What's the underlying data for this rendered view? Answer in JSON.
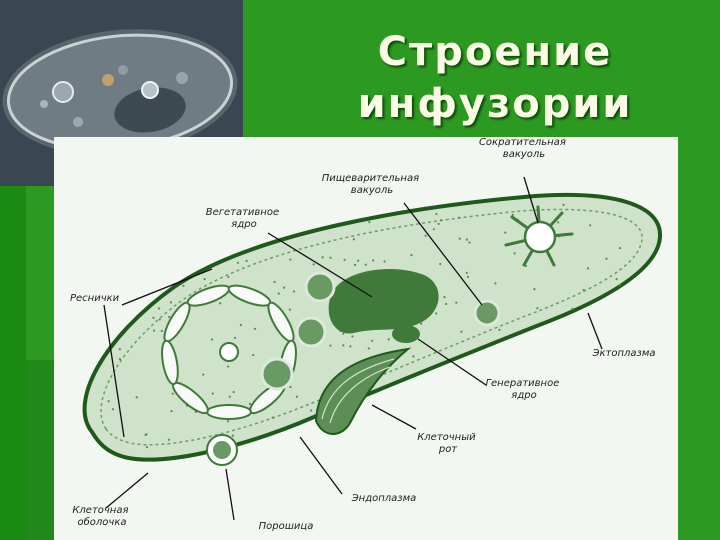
{
  "slide": {
    "title_line1": "Строение",
    "title_line2": "инфузории"
  },
  "labels": {
    "contractile_vacuole": [
      "Сократительная",
      "вакуоль"
    ],
    "digestive_vacuole": [
      "Пищеварительная",
      "вакуоль"
    ],
    "macronucleus": [
      "Вегетативное",
      "ядро"
    ],
    "cilia": [
      "Реснички"
    ],
    "ectoplasm": [
      "Эктоплазма"
    ],
    "micronucleus": [
      "Генеративное",
      "ядро"
    ],
    "cell_mouth": [
      "Клеточный",
      "рот"
    ],
    "endoplasm": [
      "Эндоплазма"
    ],
    "pellicle": [
      "Клеточная",
      "оболочка"
    ],
    "anal_pore": [
      "Порошица"
    ]
  },
  "colors": {
    "background": "#2c9a21",
    "title_text": "#fbfbe6",
    "cell_fill": "#c8dec3",
    "cell_outline": "#1f5a1c",
    "nucleus": "#3f7a3a",
    "photo_bg": "#3d4a55"
  }
}
